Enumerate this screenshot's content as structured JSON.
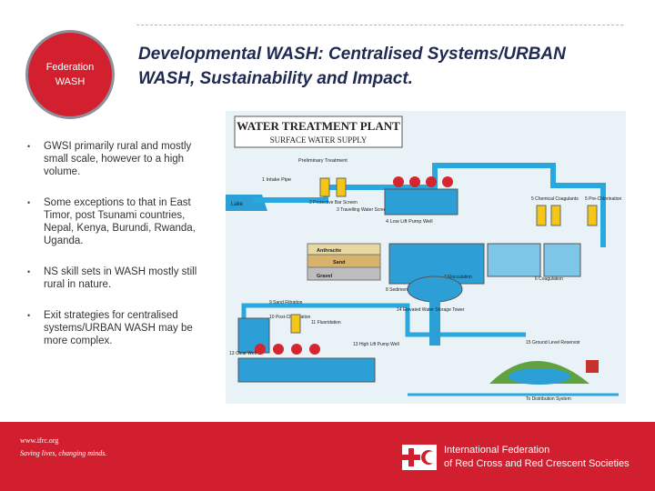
{
  "badge": {
    "line1": "Federation",
    "line2": "WASH"
  },
  "title": "Developmental WASH: Centralised Systems/URBAN WASH, Sustainability and Impact.",
  "bullets": [
    "GWSI primarily rural and mostly small scale,  however to a high volume.",
    "Some exceptions to that in East Timor, post Tsunami countries, Nepal, Kenya, Burundi, Rwanda, Uganda.",
    "NS skill sets in WASH mostly still rural in nature.",
    "Exit strategies for centralised systems/URBAN WASH may be more complex."
  ],
  "diagram": {
    "title": "WATER TREATMENT PLANT",
    "subtitle": "SURFACE WATER SUPPLY",
    "labels": {
      "intake_pipe": "1 Intake Pipe",
      "lake": "Lake",
      "preliminary": "Preliminary Treatment",
      "protective_bar_screen": "2 Protective Bar Screen",
      "travelling_water_screen": "3 Travelling Water Screen",
      "low_lift_pump": "4 Low Lift Pump Well",
      "chemical_coagulants": "5 Chemical Coagulants",
      "pre_chlorination": "5 Pre-Chlorination",
      "flocculation": "7 Flocculation",
      "coagulation": "6 Coagulation",
      "anthracite": "Anthracite",
      "sand": "Sand",
      "gravel": "Gravel",
      "sedimentation": "8 Sedimentation Basin",
      "sand_filtration": "9 Sand Filtration",
      "post_chlorination": "10 Post-Chlorination",
      "fluoridation": "11 Fluoridation",
      "clear_well": "13 Clear Well",
      "elevated_storage": "14 Elevated Water Storage Tower",
      "high_lift_pump": "13 High Lift Pump Well",
      "ground_reservoir": "15 Ground Level Reservoir",
      "distribution": "To Distribution System"
    }
  },
  "footer": {
    "url": "www.ifrc.org",
    "tagline": "Saving lives, changing minds.",
    "org_line1": "International Federation",
    "org_line2": "of Red Cross and Red Crescent Societies"
  },
  "colors": {
    "red": "#d21f2f",
    "navy": "#1f2a52",
    "pipe": "#29a8df",
    "water_bg": "#e9f2f6"
  }
}
